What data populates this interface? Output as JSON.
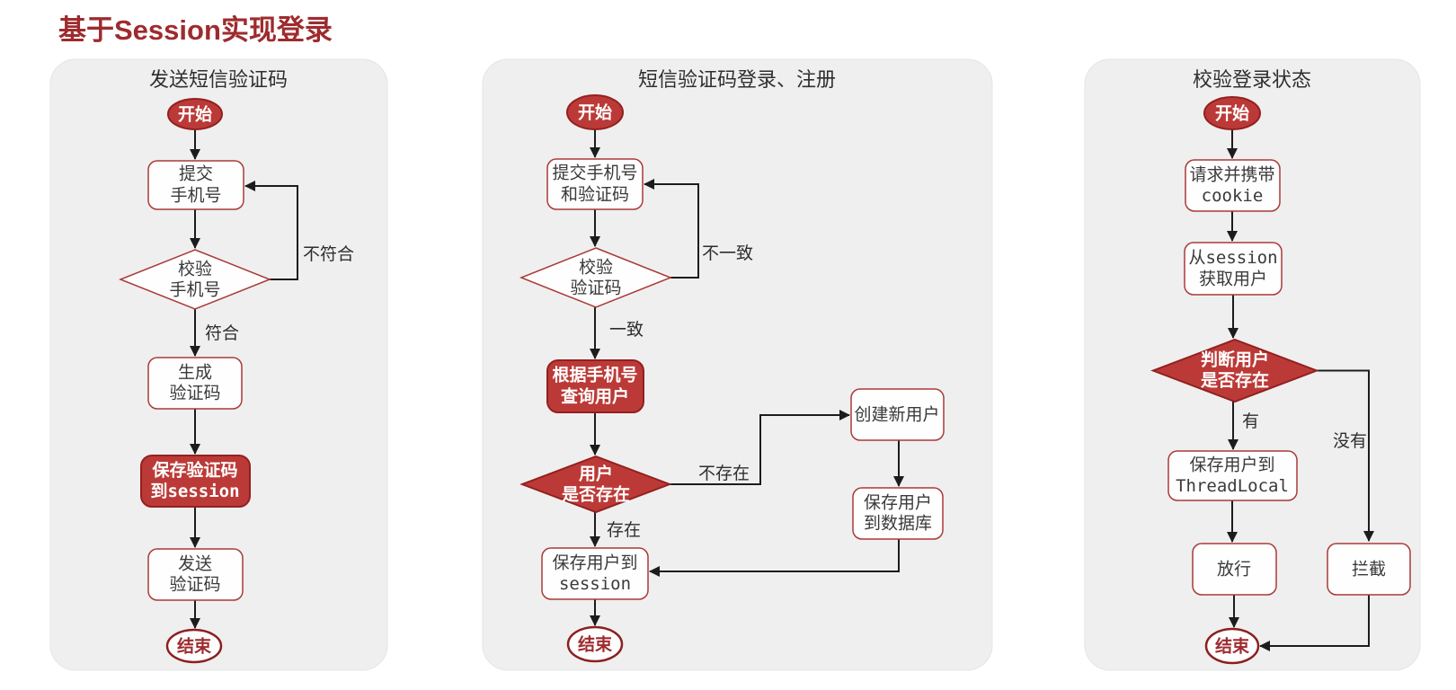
{
  "page": {
    "title": "基于Session实现登录"
  },
  "colors": {
    "title_red": "#9e2b2e",
    "shape_red_fill": "#bb3a37",
    "shape_red_border": "#93201f",
    "white_shape_border": "#a93a38",
    "end_oval_border": "#8c1f1f",
    "panel_background": "#efefef",
    "connector": "#1c1c1c"
  },
  "panels": [
    {
      "title": "发送短信验证码",
      "nodes": {
        "start": "开始",
        "submit": {
          "l1": "提交",
          "l2": "手机号"
        },
        "check": {
          "l1": "校验",
          "l2": "手机号"
        },
        "generate": {
          "l1": "生成",
          "l2": "验证码"
        },
        "save": {
          "l1": "保存验证码",
          "l2_cjk": "到",
          "l2_code": "session"
        },
        "send": {
          "l1": "发送",
          "l2": "验证码"
        },
        "end": "结束"
      },
      "edge_labels": {
        "fail": "不符合",
        "pass": "符合"
      }
    },
    {
      "title": "短信验证码登录、注册",
      "nodes": {
        "start": "开始",
        "submit": {
          "l1": "提交手机号",
          "l2": "和验证码"
        },
        "verify": {
          "l1": "校验",
          "l2": "验证码"
        },
        "query": {
          "l1": "根据手机号",
          "l2": "查询用户"
        },
        "exists": {
          "l1": "用户",
          "l2": "是否存在"
        },
        "create": "创建新用户",
        "save_db": {
          "l1": "保存用户",
          "l2": "到数据库"
        },
        "save_session": {
          "l1": "保存用户到",
          "l2_code": "session"
        },
        "end": "结束"
      },
      "edge_labels": {
        "mismatch": "不一致",
        "match": "一致",
        "not_exist": "不存在",
        "exist": "存在"
      }
    },
    {
      "title": "校验登录状态",
      "nodes": {
        "start": "开始",
        "request": {
          "l1": "请求并携带",
          "l2_code": "cookie"
        },
        "get_user": {
          "l1_cjk": "从",
          "l1_code": "session",
          "l2": "获取用户"
        },
        "judge": {
          "l1": "判断用户",
          "l2": "是否存在"
        },
        "save_tl": {
          "l1": "保存用户到",
          "l2_code": "ThreadLocal"
        },
        "pass": "放行",
        "intercept": "拦截",
        "end": "结束"
      },
      "edge_labels": {
        "has": "有",
        "has_not": "没有"
      }
    }
  ]
}
